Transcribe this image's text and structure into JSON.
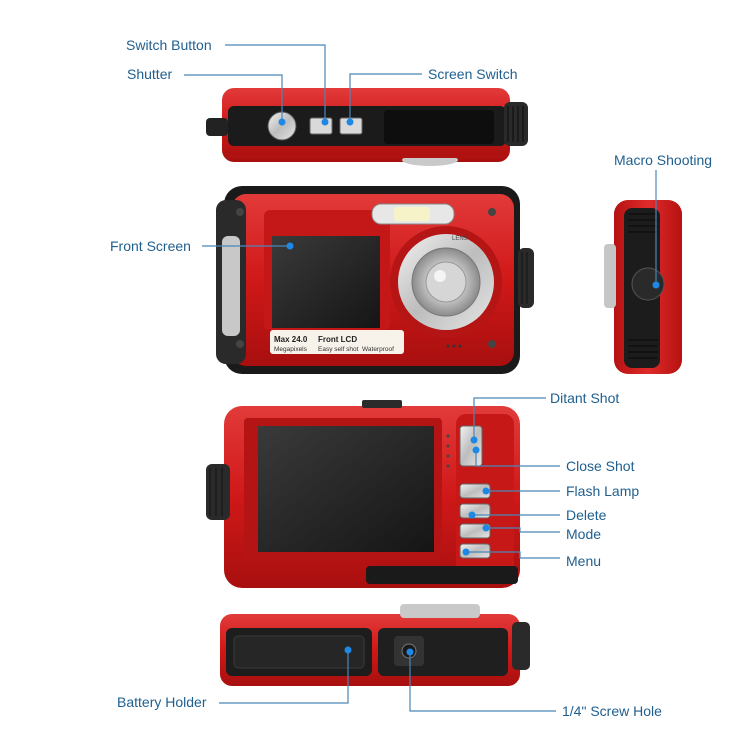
{
  "labels": {
    "switch_button": "Switch Button",
    "shutter": "Shutter",
    "screen_switch": "Screen Switch",
    "macro_shooting": "Macro Shooting",
    "front_screen": "Front Screen",
    "distant_shot": "Ditant Shot",
    "close_shot": "Close Shot",
    "flash_lamp": "Flash Lamp",
    "delete": "Delete",
    "mode": "Mode",
    "menu": "Menu",
    "battery_holder": "Battery Holder",
    "screw_hole": "1/4\" Screw Hole"
  },
  "camera_print": {
    "max_mp": "Max 24.0",
    "megapixels": "Megapixels",
    "front_lcd": "Front LCD",
    "easy_selfie": "Easy self shot",
    "waterproof": "Waterproof",
    "lens_text": "LENS"
  },
  "colors": {
    "body_red": "#d42020",
    "dark_red": "#9e1010",
    "label_blue": "#1f5f8f",
    "leader_line": "#4a86b8",
    "marker": "#1e88e5"
  }
}
